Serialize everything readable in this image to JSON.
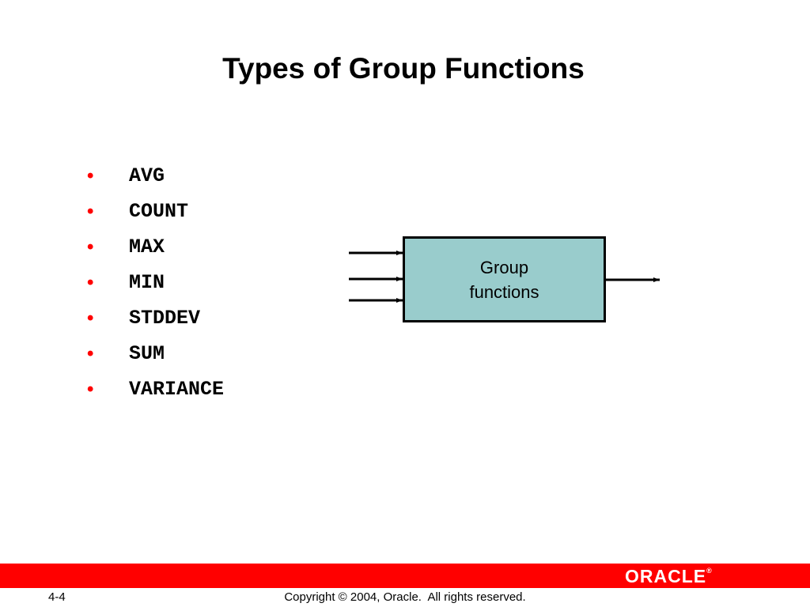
{
  "slide": {
    "title": "Types of Group Functions",
    "bullets": [
      "AVG",
      "COUNT",
      "MAX",
      "MIN",
      "STDDEV",
      "SUM",
      "VARIANCE"
    ],
    "bullet_glyph": "•"
  },
  "diagram": {
    "box_label_line1": "Group",
    "box_label_line2": "functions",
    "box_fill": "#99cccc",
    "box_border": "#000000",
    "input_arrow_count": 3,
    "output_arrow_count": 1
  },
  "footer": {
    "bar_color": "#ff0000",
    "logo_text": "ORACLE",
    "logo_mark": "®",
    "page_number": "4-4",
    "copyright": "Copyright © 2004, Oracle.  All rights reserved."
  },
  "colors": {
    "bullet": "#ff0000",
    "text": "#000000"
  }
}
